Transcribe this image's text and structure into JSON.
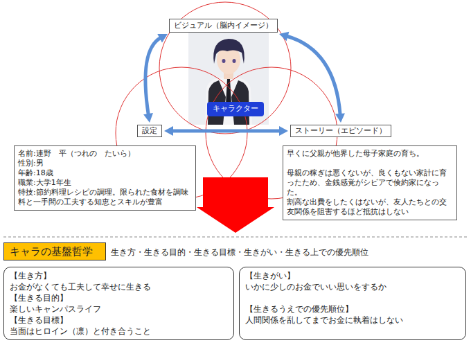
{
  "diagram": {
    "nodes": [
      {
        "text": [
          "ビジュアル（脳内イメージ）"
        ]
      },
      {
        "text": [
          "キャラクター"
        ]
      },
      {
        "text": [
          "設定"
        ]
      },
      {
        "text": [
          "ストーリー（エピソード）"
        ]
      },
      {
        "text": [
          "名前:連野　平（つれの　たいら）",
          "性別:男",
          "年齢:18歳",
          "職業:大学1年生",
          "特技:節約料理レシピの調理。限られた食材を調味料と一手間の工夫する知恵とスキルが豊富"
        ]
      },
      {
        "text": [
          "早くに父親が他界した母子家庭の育ち。",
          "母親の稼ぎは悪くないが、良くもない家計に育ったため、金銭感覚がシビアで倹約家になった。",
          "割高な出費をしたくはないが、友人たちとの交友関係を阻害するほど抵抗はしない"
        ]
      },
      {
        "text": [
          "キャラの基盤哲学"
        ]
      },
      {
        "text": [
          "【生き方】",
          "お金がなくても工夫して幸せに生きる",
          "【生きる目的】",
          "楽しいキャンパスライフ",
          "【生きる目標】",
          "当面はヒロイン（凛）と付き合うこと"
        ]
      },
      {
        "text": [
          "【生きがい】",
          "いかに少しのお金でいい思いをするか",
          "【生きるうえでの優先順位】",
          "人間関係を乱してまでお金に執着はしない"
        ]
      }
    ],
    "edges": [
      {
        "from": 0,
        "to": 2,
        "arrow": "both"
      },
      {
        "from": 0,
        "to": 3,
        "arrow": "both"
      },
      {
        "from": 2,
        "to": 3,
        "arrow": "both"
      }
    ],
    "labels": [
      "生き方・生きる目的・生きる目標・生きがい・生きる上での優先順位"
    ]
  }
}
